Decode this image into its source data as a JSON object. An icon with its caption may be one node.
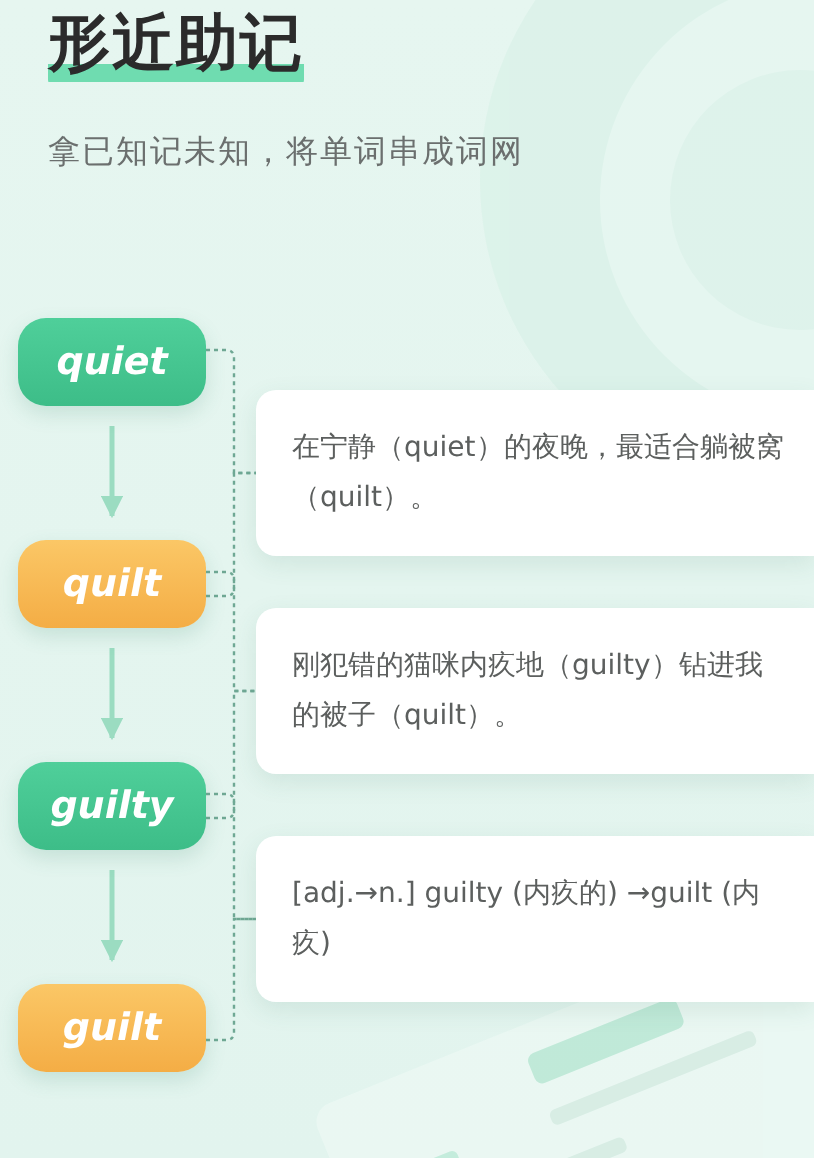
{
  "diagram": {
    "title": "形近助记",
    "nodes": [
      {
        "text": [
          "quiet"
        ]
      },
      {
        "text": [
          "quilt"
        ]
      },
      {
        "text": [
          "guilty"
        ]
      },
      {
        "text": [
          "guilt"
        ]
      },
      {
        "text": [
          "在宁静（quiet）的夜晚，最适合躺被窝（quilt）。"
        ]
      },
      {
        "text": [
          "刚犯错的猫咪内疚地（guilty）钻进我的被子（quilt）。"
        ]
      },
      {
        "text": [
          "[adj.→n.] guilty (内疚的) →guilt (内疚)"
        ]
      }
    ],
    "edges": [
      {
        "from": 0,
        "to": 1,
        "arrow": "to"
      },
      {
        "from": 1,
        "to": 2,
        "arrow": "to"
      },
      {
        "from": 2,
        "to": 3,
        "arrow": "to"
      },
      {
        "from": 0,
        "to": 4,
        "arrow": "none",
        "style": "dashed"
      },
      {
        "from": 1,
        "to": 4,
        "arrow": "none",
        "style": "dashed"
      },
      {
        "from": 1,
        "to": 5,
        "arrow": "none",
        "style": "dashed"
      },
      {
        "from": 2,
        "to": 5,
        "arrow": "none",
        "style": "dashed"
      },
      {
        "from": 2,
        "to": 6,
        "arrow": "none",
        "style": "dashed"
      },
      {
        "from": 3,
        "to": 6,
        "arrow": "none",
        "style": "dashed"
      }
    ],
    "labels": [
      "拿已知记未知，将单词串成词网"
    ]
  }
}
